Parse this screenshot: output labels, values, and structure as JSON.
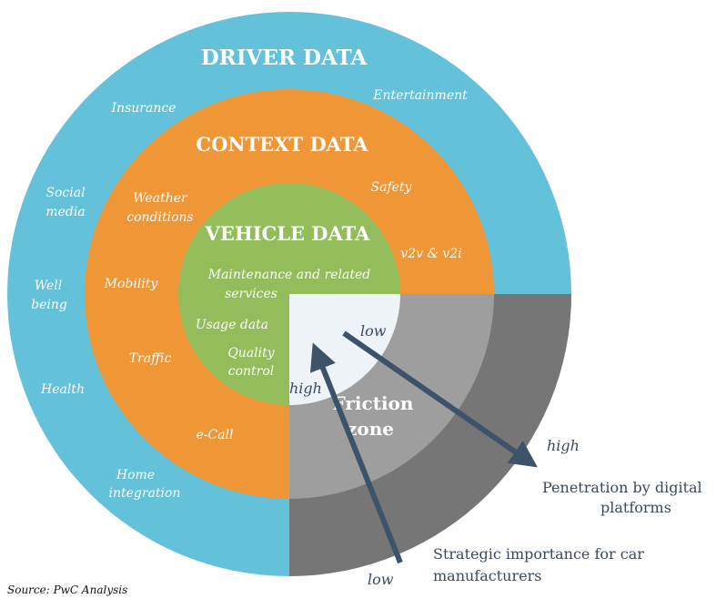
{
  "colors": {
    "driver": "#63c1da",
    "context": "#ef9637",
    "vehicle": "#93bd5a",
    "friction_outer": "#767676",
    "friction_mid": "#9e9e9e",
    "friction_inner": "#eef3f8",
    "arrow": "#3d5369"
  },
  "rings": {
    "driver": {
      "title": "DRIVER DATA",
      "items": {
        "insurance": "Insurance",
        "entertainment": "Entertainment",
        "social_1": "Social",
        "social_2": "media",
        "well_1": "Well",
        "well_2": "being",
        "health": "Health",
        "home_1": "Home",
        "home_2": "integration"
      }
    },
    "context": {
      "title": "CONTEXT DATA",
      "items": {
        "weather_1": "Weather",
        "weather_2": "conditions",
        "safety": "Safety",
        "v2v": "v2v & v2i",
        "mobility": "Mobility",
        "traffic": "Traffic",
        "ecall": "e-Call"
      }
    },
    "vehicle": {
      "title": "VEHICLE DATA",
      "items": {
        "maint_1": "Maintenance and related",
        "maint_2": "services",
        "usage": "Usage data",
        "quality_1": "Quality",
        "quality_2": "control"
      }
    }
  },
  "friction": {
    "line1": "Friction",
    "line2": "zone"
  },
  "axes": {
    "penetration": {
      "low": "low",
      "high": "high",
      "title_1": "Penetration by digital",
      "title_2": "platforms"
    },
    "strategic": {
      "high": "high",
      "low": "low",
      "title_1": "Strategic importance for car",
      "title_2": "manufacturers"
    }
  },
  "source": "Source: PwC Analysis"
}
